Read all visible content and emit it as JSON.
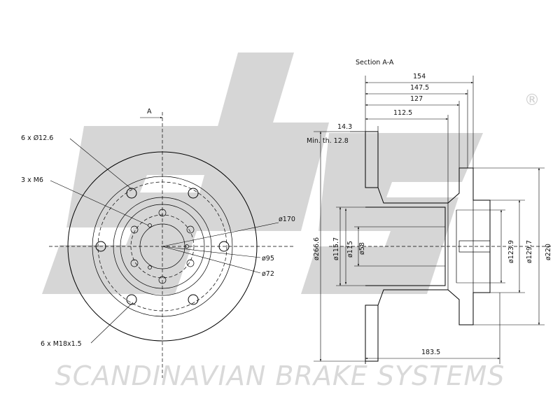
{
  "watermark": {
    "brand_logo": "sbs",
    "registered_symbol": "®",
    "company_name": "SCANDINAVIAN BRAKE SYSTEMS"
  },
  "front_view": {
    "view_arrow_label": "A",
    "bolt_holes_label": "6 x Ø12.6",
    "threads_label": "3 x M6",
    "studs_label": "6 x M18x1.5",
    "dia_170": "ø170",
    "dia_95": "ø95",
    "dia_72": "ø72"
  },
  "section_view": {
    "title": "Section A-A",
    "dim_154": "154",
    "dim_147_5": "147.5",
    "dim_127": "127",
    "dim_112_5": "112.5",
    "dim_14_3": "14.3",
    "min_thickness": "Min. th. 12.8",
    "dim_266_6": "ø266.6",
    "dim_115_7": "ø115.7",
    "dim_115": "ø115",
    "dim_58": "ø58",
    "dim_123_9": "ø123.9",
    "dim_129_7": "ø129.7",
    "dim_220": "ø220",
    "dim_183_5": "183.5"
  }
}
